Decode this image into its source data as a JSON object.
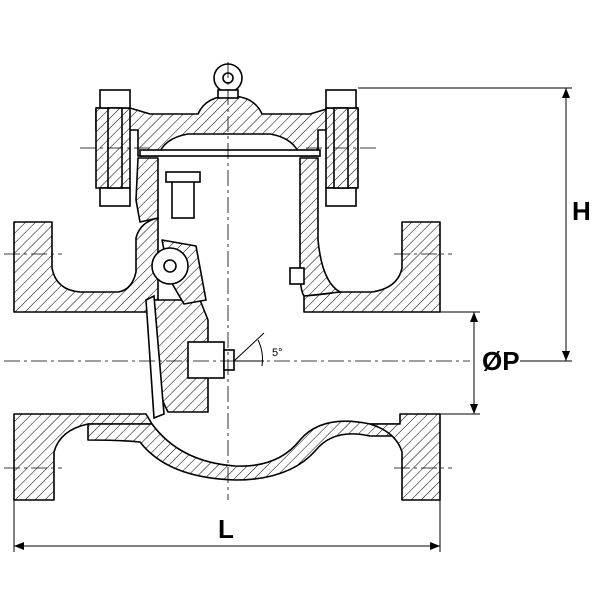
{
  "labels": {
    "height": "H",
    "diameter": "ØP",
    "length": "L",
    "angle": "5°"
  }
}
